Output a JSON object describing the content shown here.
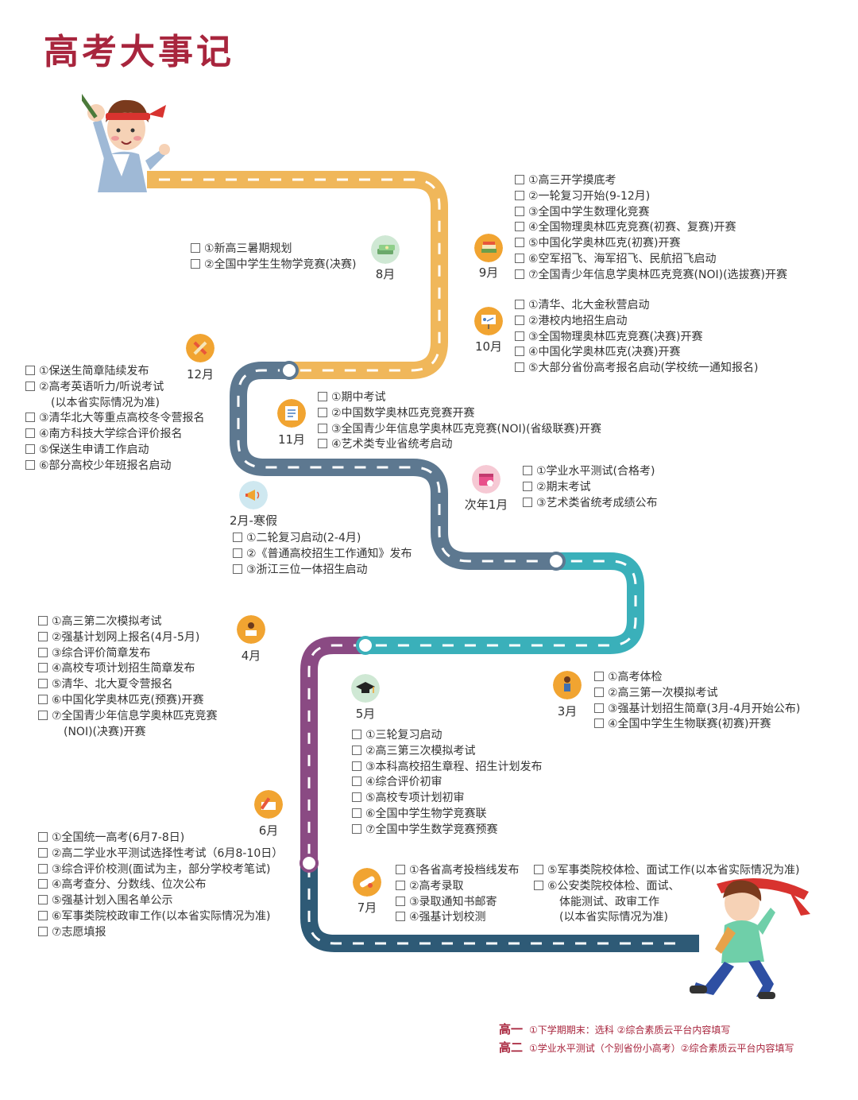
{
  "title": "高考大事记",
  "colors": {
    "title": "#a8253d",
    "road_yellow": "#f0b75a",
    "road_slate": "#5d7890",
    "road_teal": "#3ab0ba",
    "road_purple": "#8a4a83",
    "road_navy": "#2e5a76",
    "icon_bg": "#fbe6b6"
  },
  "months": [
    {
      "key": "aug",
      "label": "8月",
      "icon": "money-stack-icon",
      "items": [
        "①新高三暑期规划",
        "②全国中学生生物学竞赛(决赛)"
      ]
    },
    {
      "key": "sep",
      "label": "9月",
      "icon": "books-icon",
      "items": [
        "①高三开学摸底考",
        "②一轮复习开始(9-12月)",
        "③全国中学生数理化竞赛",
        "④全国物理奥林匹克竞赛(初赛、复赛)开赛",
        "⑤中国化学奥林匹克(初赛)开赛",
        "⑥空军招飞、海军招飞、民航招飞启动",
        "⑦全国青少年信息学奥林匹克竞赛(NOI)(选拔赛)开赛"
      ]
    },
    {
      "key": "oct",
      "label": "10月",
      "icon": "presentation-icon",
      "items": [
        "①清华、北大金秋营启动",
        "②港校内地招生启动",
        "③全国物理奥林匹克竞赛(决赛)开赛",
        "④中国化学奥林匹克(决赛)开赛",
        "⑤大部分省份高考报名启动(学校统一通知报名)"
      ]
    },
    {
      "key": "dec",
      "label": "12月",
      "icon": "pencil-ruler-icon",
      "items": [
        "①保送生简章陆续发布",
        "②高考英语听力/听说考试",
        "③清华北大等重点高校冬令营报名",
        "④南方科技大学综合评价报名",
        "⑤保送生申请工作启动",
        "⑥部分高校少年班报名启动"
      ],
      "item2_note": "(以本省实际情况为准)"
    },
    {
      "key": "nov",
      "label": "11月",
      "icon": "exam-paper-icon",
      "items": [
        "①期中考试",
        "②中国数学奥林匹克竞赛开赛",
        "③全国青少年信息学奥林匹克竞赛(NOI)(省级联赛)开赛",
        "④艺术类专业省统考启动"
      ]
    },
    {
      "key": "jan",
      "label": "次年1月",
      "icon": "calendar-icon",
      "items": [
        "①学业水平测试(合格考)",
        "②期末考试",
        "③艺术类省统考成绩公布"
      ]
    },
    {
      "key": "feb",
      "label": "2月-寒假",
      "icon": "megaphone-icon",
      "items": [
        "①二轮复习启动(2-4月)",
        "②《普通高校招生工作通知》发布",
        "③浙江三位一体招生启动"
      ]
    },
    {
      "key": "apr",
      "label": "4月",
      "icon": "student-reading-icon",
      "items": [
        "①高三第二次模拟考试",
        "②强基计划网上报名(4月-5月)",
        "③综合评价简章发布",
        "④高校专项计划招生简章发布",
        "⑤清华、北大夏令营报名",
        "⑥中国化学奥林匹克(预赛)开赛",
        "⑦全国青少年信息学奥林匹克竞赛"
      ],
      "item7_note": "(NOI)(决赛)开赛"
    },
    {
      "key": "mar",
      "label": "3月",
      "icon": "student-standing-icon",
      "items": [
        "①高考体检",
        "②高三第一次模拟考试",
        "③强基计划招生简章(3月-4月开始公布)",
        "④全国中学生生物联赛(初赛)开赛"
      ]
    },
    {
      "key": "may",
      "label": "5月",
      "icon": "graduation-cap-icon",
      "items": [
        "①三轮复习启动",
        "②高三第三次模拟考试",
        "③本科高校招生章程、招生计划发布",
        "④综合评价初审",
        "⑤高校专项计划初审",
        "⑥全国中学生物学竞赛联",
        "⑦全国中学生数学竞赛预赛"
      ]
    },
    {
      "key": "jun",
      "label": "6月",
      "icon": "pencil-book-icon",
      "items": [
        "①全国统一高考(6月7-8日)",
        "②高二学业水平测试选择性考试（6月8-10日）",
        "③综合评价校测(面试为主，部分学校考笔试)",
        "④高考查分、分数线、位次公布",
        "⑤强基计划入围名单公示",
        "⑥军事类院校政审工作(以本省实际情况为准)",
        "⑦志愿填报"
      ]
    },
    {
      "key": "jul",
      "label": "7月",
      "icon": "diploma-icon",
      "items": [
        "①各省高考投档线发布",
        "②高考录取",
        "③录取通知书邮寄",
        "④强基计划校测"
      ],
      "items_b": [
        "⑤军事类院校体检、面试工作(以本省实际情况为准)",
        "⑥公安类院校体检、面试、"
      ],
      "items_b_note1": "体能测试、政审工作",
      "items_b_note2": "(以本省实际情况为准)"
    }
  ],
  "footer": [
    {
      "grade": "高一",
      "text": "①下学期期末：选科 ②综合素质云平台内容填写"
    },
    {
      "grade": "高二",
      "text": "①学业水平测试（个别省份小高考）②综合素质云平台内容填写"
    }
  ]
}
